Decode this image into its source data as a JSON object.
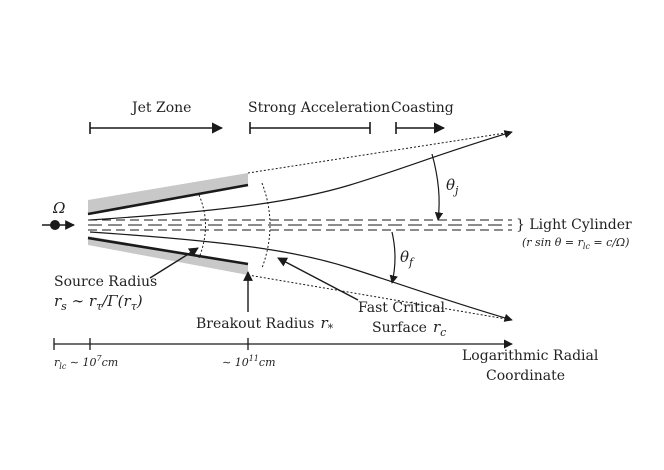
{
  "zones": {
    "jet": "Jet Zone",
    "accel": "Strong Acceleration",
    "coast": "Coasting"
  },
  "symbols": {
    "omega": "Ω",
    "theta_j": "θ",
    "theta_j_sub": "j",
    "theta_f": "θ",
    "theta_f_sub": "f"
  },
  "labels": {
    "light_cylinder": "} Light Cylinder",
    "light_cylinder_eq": "(r sin θ = r",
    "light_cylinder_eq_sub": "lc",
    "light_cylinder_eq_tail": " = c/Ω)",
    "source_radius": "Source Radius",
    "source_radius_eq_a": "r",
    "source_radius_eq_a_sub": "s",
    "source_radius_eq_b": " ∼ r",
    "source_radius_eq_b_sub": "τ",
    "source_radius_eq_c": "/Γ(r",
    "source_radius_eq_c_sub": "τ",
    "source_radius_eq_d": ")",
    "breakout_radius": "Breakout Radius",
    "breakout_radius_sym": "r",
    "breakout_radius_sub": "*",
    "fast_critical_1": "Fast Critical",
    "fast_critical_2": "Surface",
    "fast_critical_sym": "r",
    "fast_critical_sub": "c",
    "axis_title_1": "Logarithmic Radial",
    "axis_title_2": "Coordinate",
    "tick_1_a": "r",
    "tick_1_sub": "lc",
    "tick_1_b": " ∼ 10",
    "tick_1_sup": "7",
    "tick_1_c": "cm",
    "tick_2_a": "∼ 10",
    "tick_2_sup": "11",
    "tick_2_b": "cm"
  },
  "colors": {
    "ink": "#1a1a1a",
    "wall": "#c8c8c8"
  }
}
